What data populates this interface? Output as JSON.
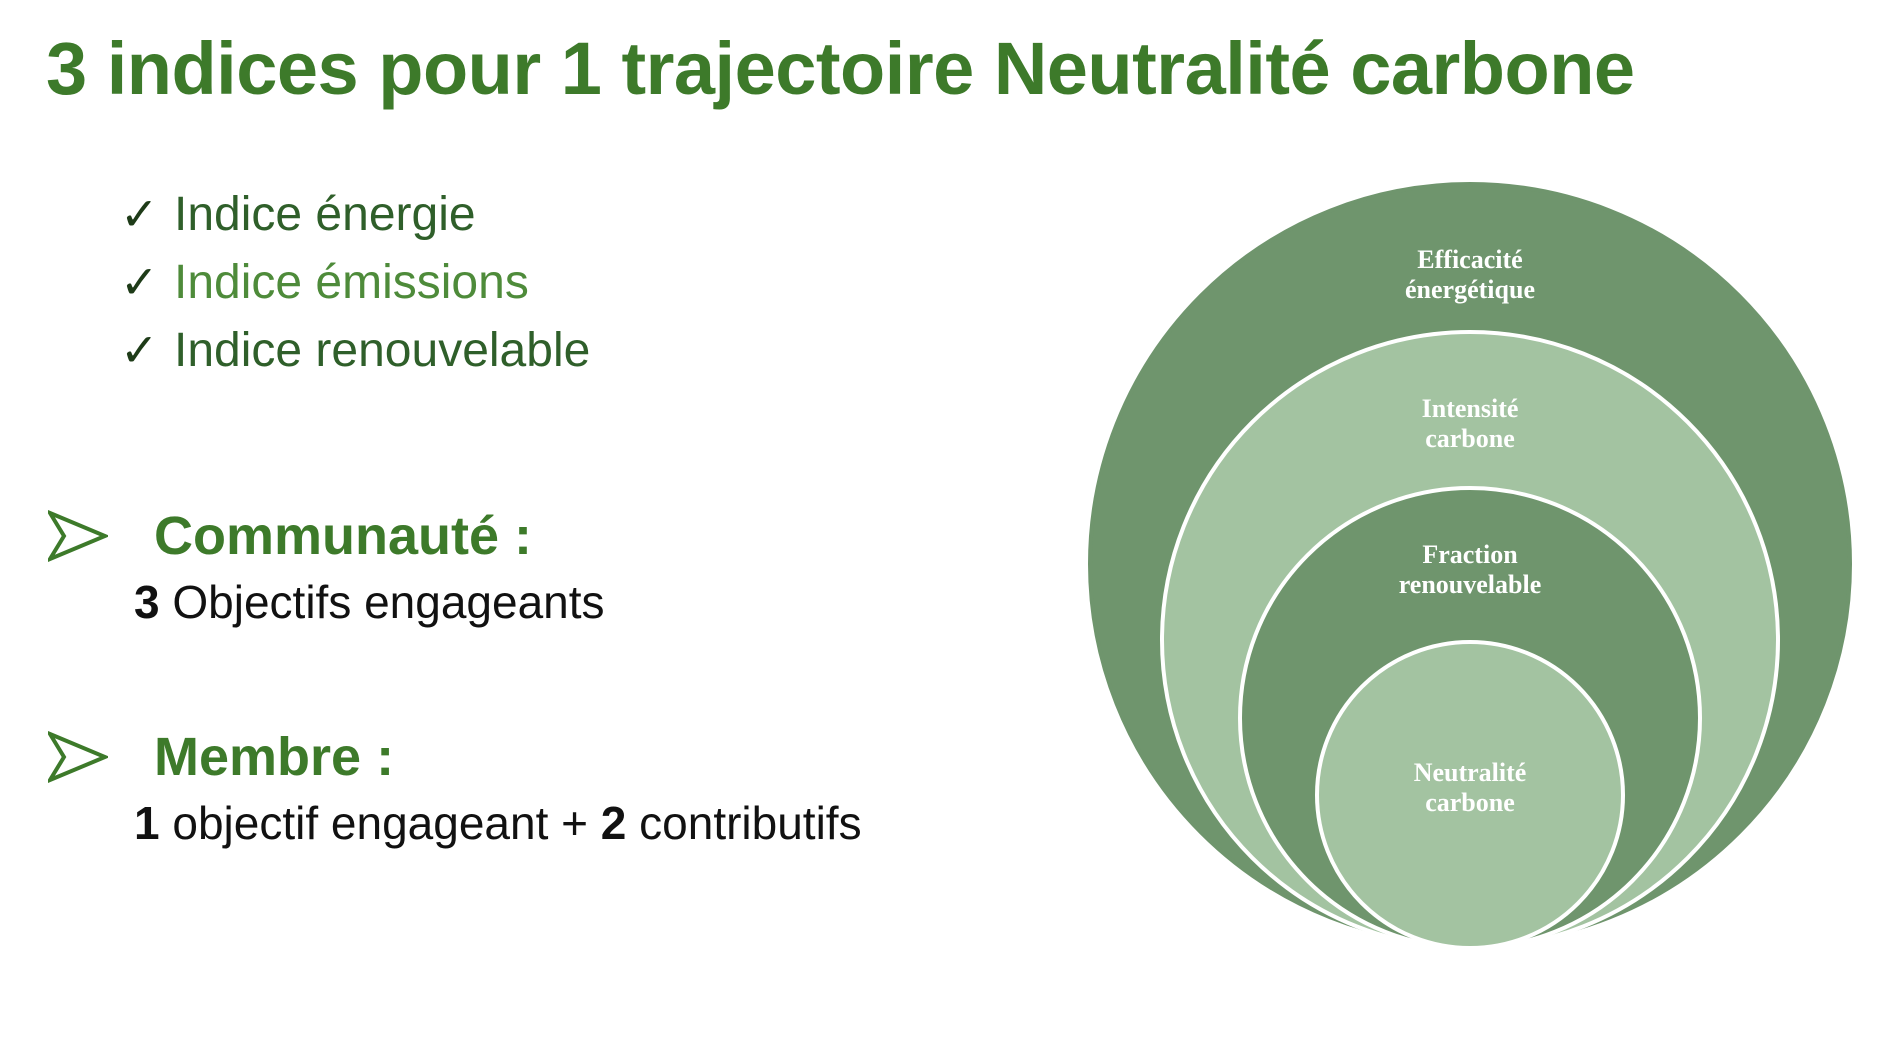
{
  "title": "3 indices pour 1 trajectoire Neutralité carbone",
  "indices": [
    {
      "check": "✓",
      "label": "Indice énergie"
    },
    {
      "check": "✓",
      "label": "Indice émissions"
    },
    {
      "check": "✓",
      "label": "Indice renouvelable"
    }
  ],
  "community": {
    "heading": "Communauté :",
    "count": "3",
    "text": " Objectifs engageants"
  },
  "member": {
    "heading": "Membre :",
    "count1": "1",
    "text1": " objectif engageant + ",
    "count2": "2",
    "text2": " contributifs"
  },
  "diagram": {
    "colors": {
      "dark": "#6f956d",
      "light": "#a3c3a1",
      "stroke": "#ffffff"
    },
    "rings": [
      {
        "line1": "Efficacité",
        "line2": "énergétique"
      },
      {
        "line1": "Intensité",
        "line2": "carbone"
      },
      {
        "line1": "Fraction",
        "line2": "renouvelable"
      },
      {
        "line1": "Neutralité",
        "line2": "carbone"
      }
    ]
  }
}
